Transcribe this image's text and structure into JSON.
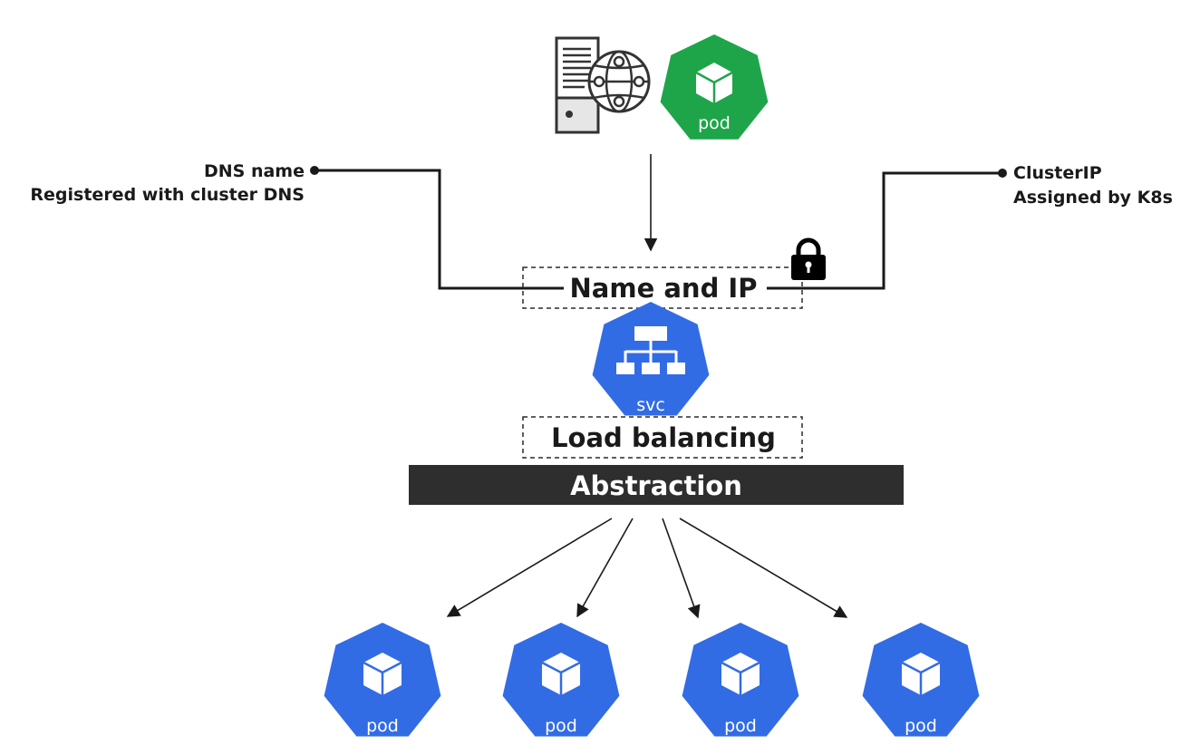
{
  "labels": {
    "dns_name": "DNS name",
    "dns_desc": "Registered with cluster DNS",
    "cluster_ip": "ClusterIP",
    "cluster_ip_desc": "Assigned by K8s",
    "name_and_ip": "Name and IP",
    "load_balancing": "Load balancing",
    "abstraction": "Abstraction"
  },
  "icons": {
    "client_server": "server-icon",
    "client_globe": "globe-icon",
    "client_pod_label": "pod",
    "service_label": "svc",
    "lock": "lock-icon",
    "backend_pods": [
      {
        "label": "pod"
      },
      {
        "label": "pod"
      },
      {
        "label": "pod"
      },
      {
        "label": "pod"
      }
    ]
  },
  "colors": {
    "k8s_blue": "#326ce5",
    "pod_green": "#1ea54a",
    "abstraction_bar": "#2e2e2e",
    "line": "#1a1a1a"
  }
}
